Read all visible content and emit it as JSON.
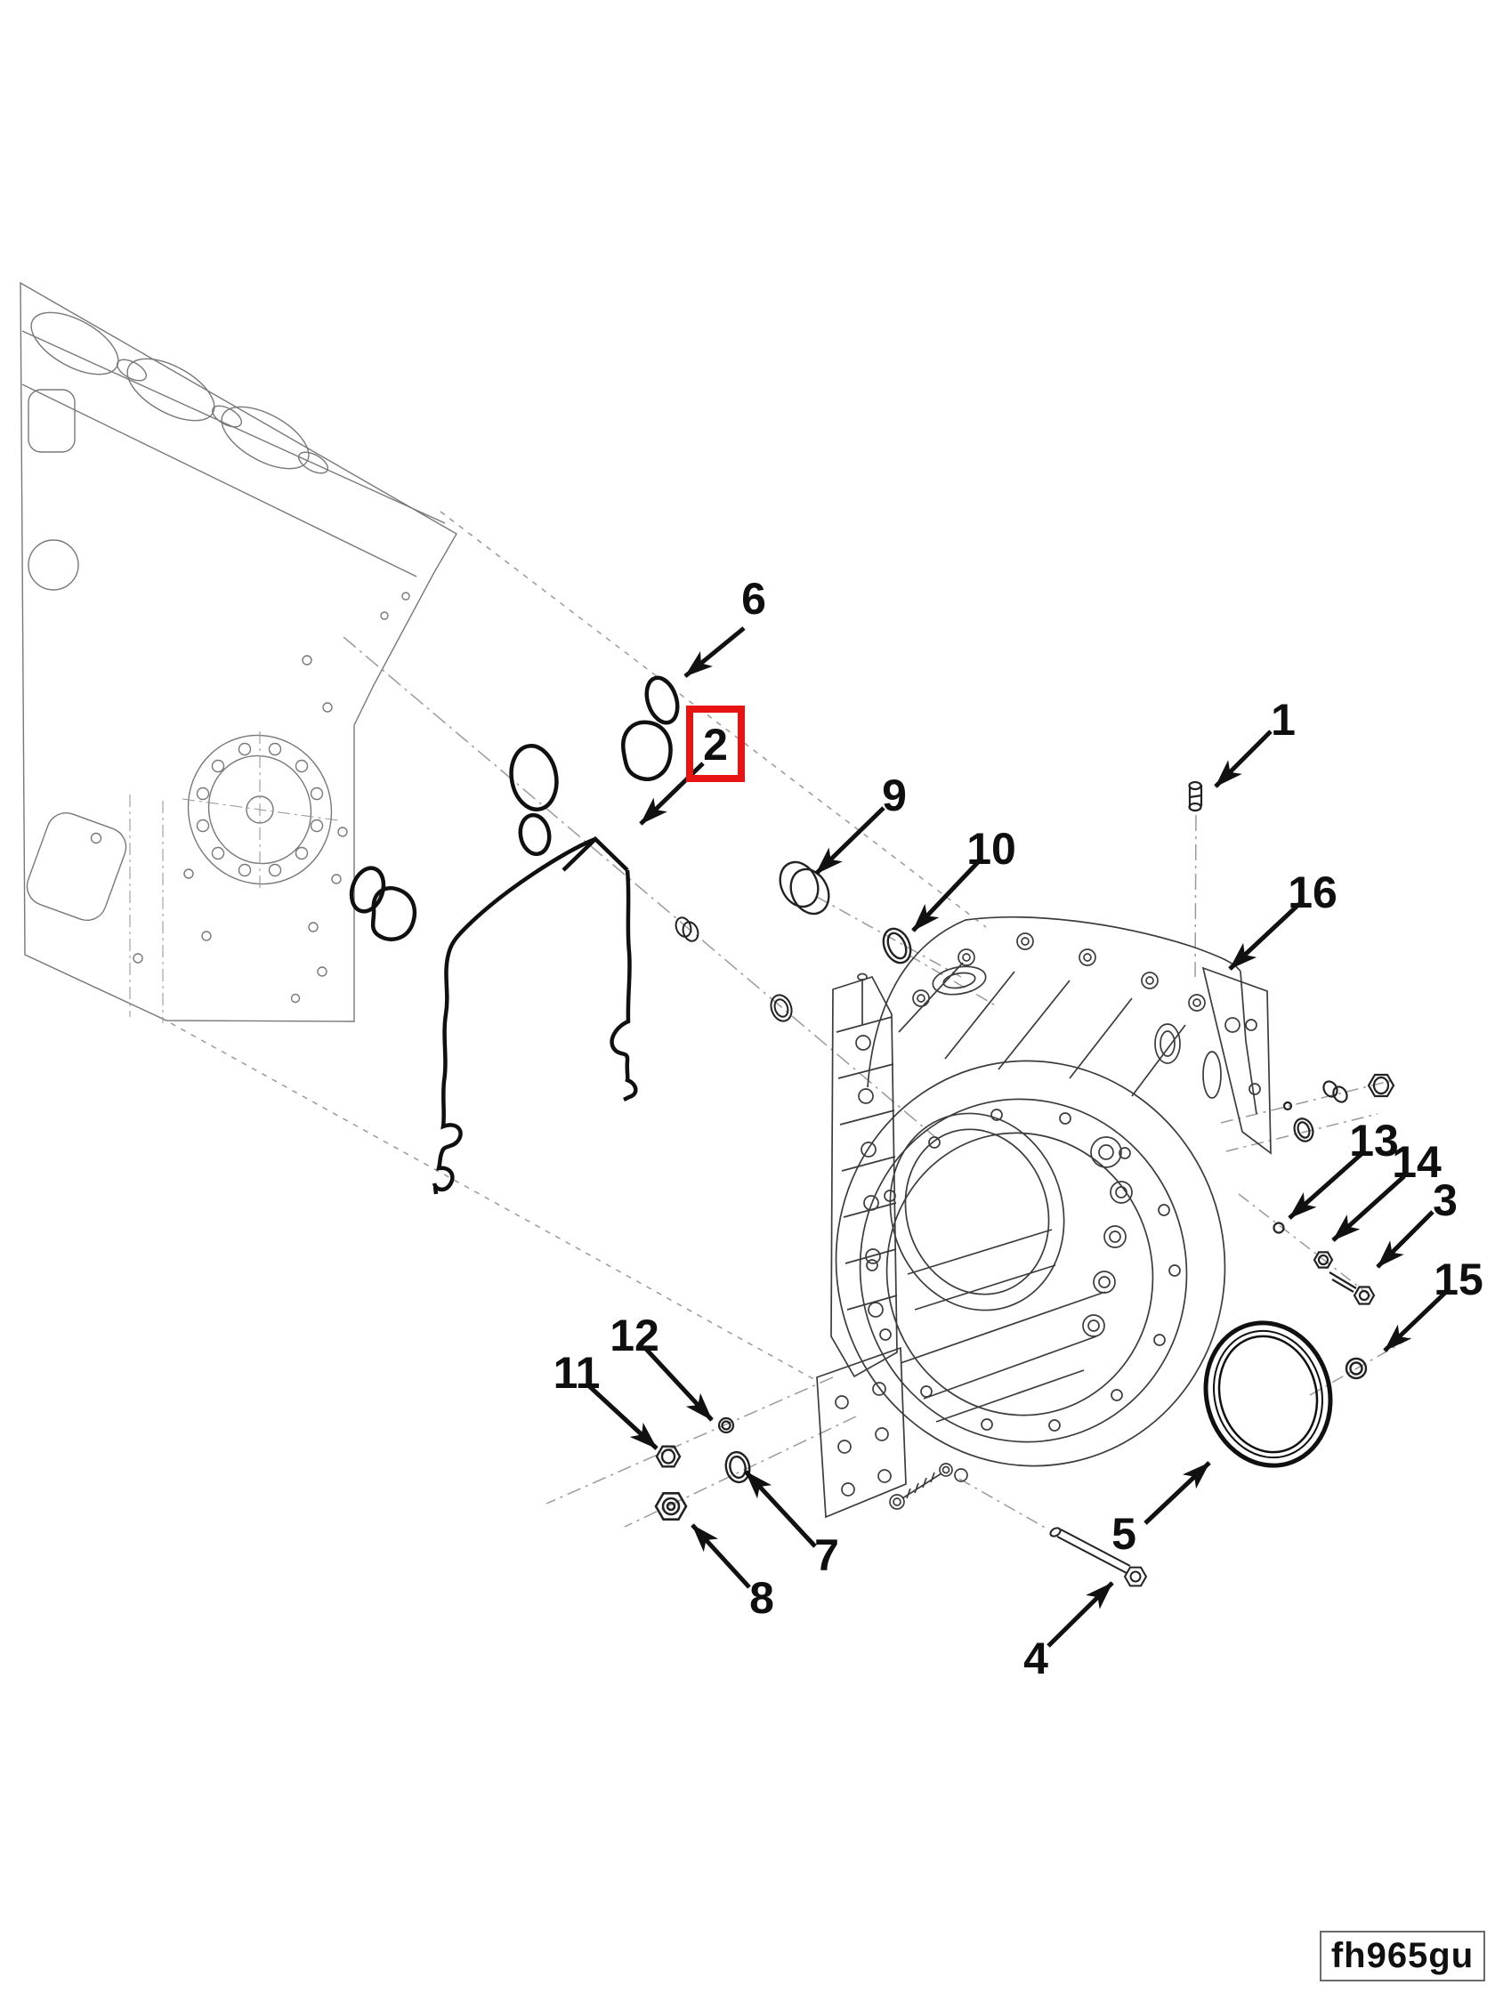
{
  "figure": {
    "drawing_code": "fh965gu",
    "highlighted_item": "2",
    "colors": {
      "highlight_box": "#e81414",
      "ink": "#111111",
      "machine_line": "#3c3c3c",
      "faint_line": "#8f8f8f"
    },
    "callouts": [
      {
        "id": 1,
        "label": "1"
      },
      {
        "id": 2,
        "label": "2"
      },
      {
        "id": 3,
        "label": "3"
      },
      {
        "id": 4,
        "label": "4"
      },
      {
        "id": 5,
        "label": "5"
      },
      {
        "id": 6,
        "label": "6"
      },
      {
        "id": 7,
        "label": "7"
      },
      {
        "id": 8,
        "label": "8"
      },
      {
        "id": 9,
        "label": "9"
      },
      {
        "id": 10,
        "label": "10"
      },
      {
        "id": 11,
        "label": "11"
      },
      {
        "id": 12,
        "label": "12"
      },
      {
        "id": 13,
        "label": "13"
      },
      {
        "id": 14,
        "label": "14"
      },
      {
        "id": 15,
        "label": "15"
      },
      {
        "id": 16,
        "label": "16"
      }
    ]
  }
}
